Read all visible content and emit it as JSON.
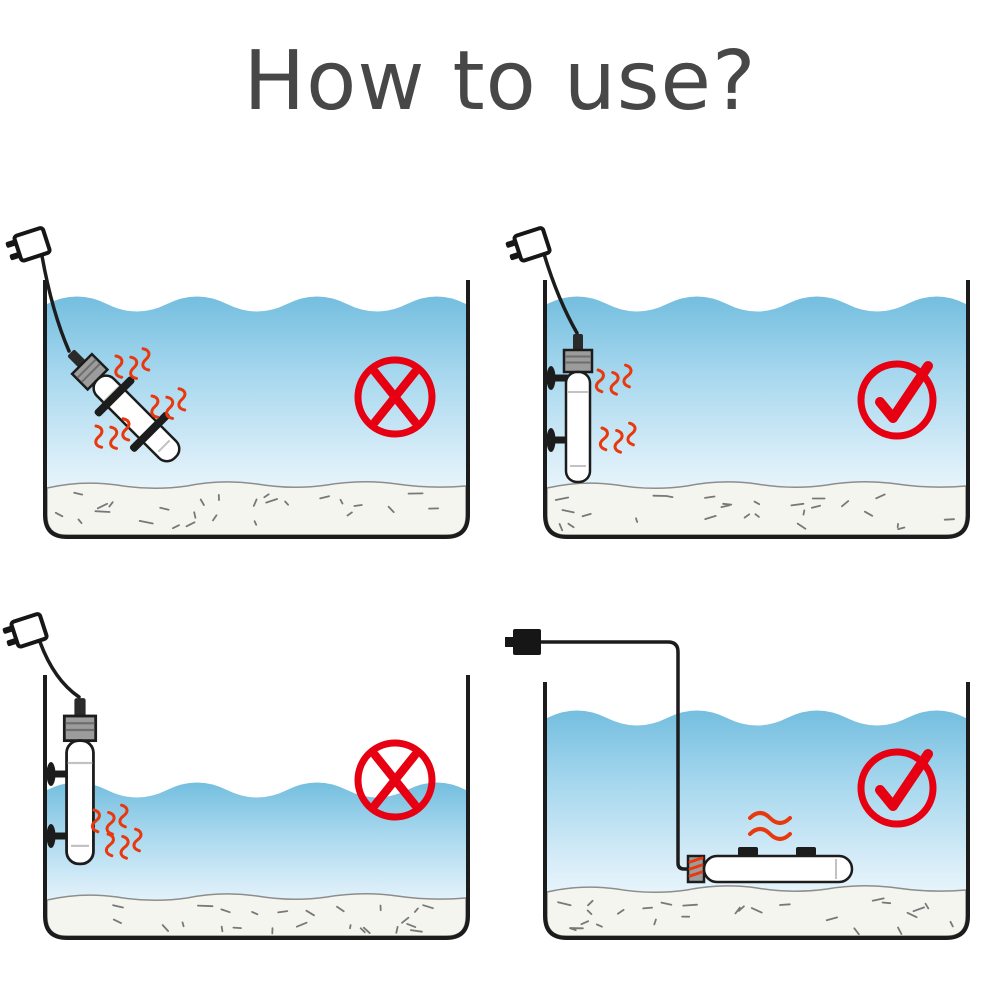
{
  "page": {
    "title": "How to use?",
    "background": "#ffffff"
  },
  "colors": {
    "title_text": "#474747",
    "mark_red": "#e60012",
    "heat_red": "#e8380d",
    "outline_black": "#1c1c1c",
    "water_deep": "#74bedf",
    "water_mid": "#a6d7ee",
    "water_pale": "#d8edf8",
    "water_white": "#fdffff",
    "gravel_fill": "#f5f5f0",
    "gravel_edge": "#8d8d8d",
    "heater_cap_gray": "#9c9c9c"
  },
  "panels": [
    {
      "id": "panel-top-left",
      "verdict": "incorrect",
      "mark": "cross-icon",
      "scene": "heater tilted diagonally, fully submerged"
    },
    {
      "id": "panel-top-right",
      "verdict": "correct",
      "mark": "check-icon",
      "scene": "heater vertical on side glass, fully submerged"
    },
    {
      "id": "panel-bottom-left",
      "verdict": "incorrect",
      "mark": "cross-icon",
      "scene": "heater vertical with top above water line"
    },
    {
      "id": "panel-bottom-right",
      "verdict": "correct",
      "mark": "check-icon",
      "scene": "heater lying horizontally on tank bottom, fully submerged"
    }
  ]
}
